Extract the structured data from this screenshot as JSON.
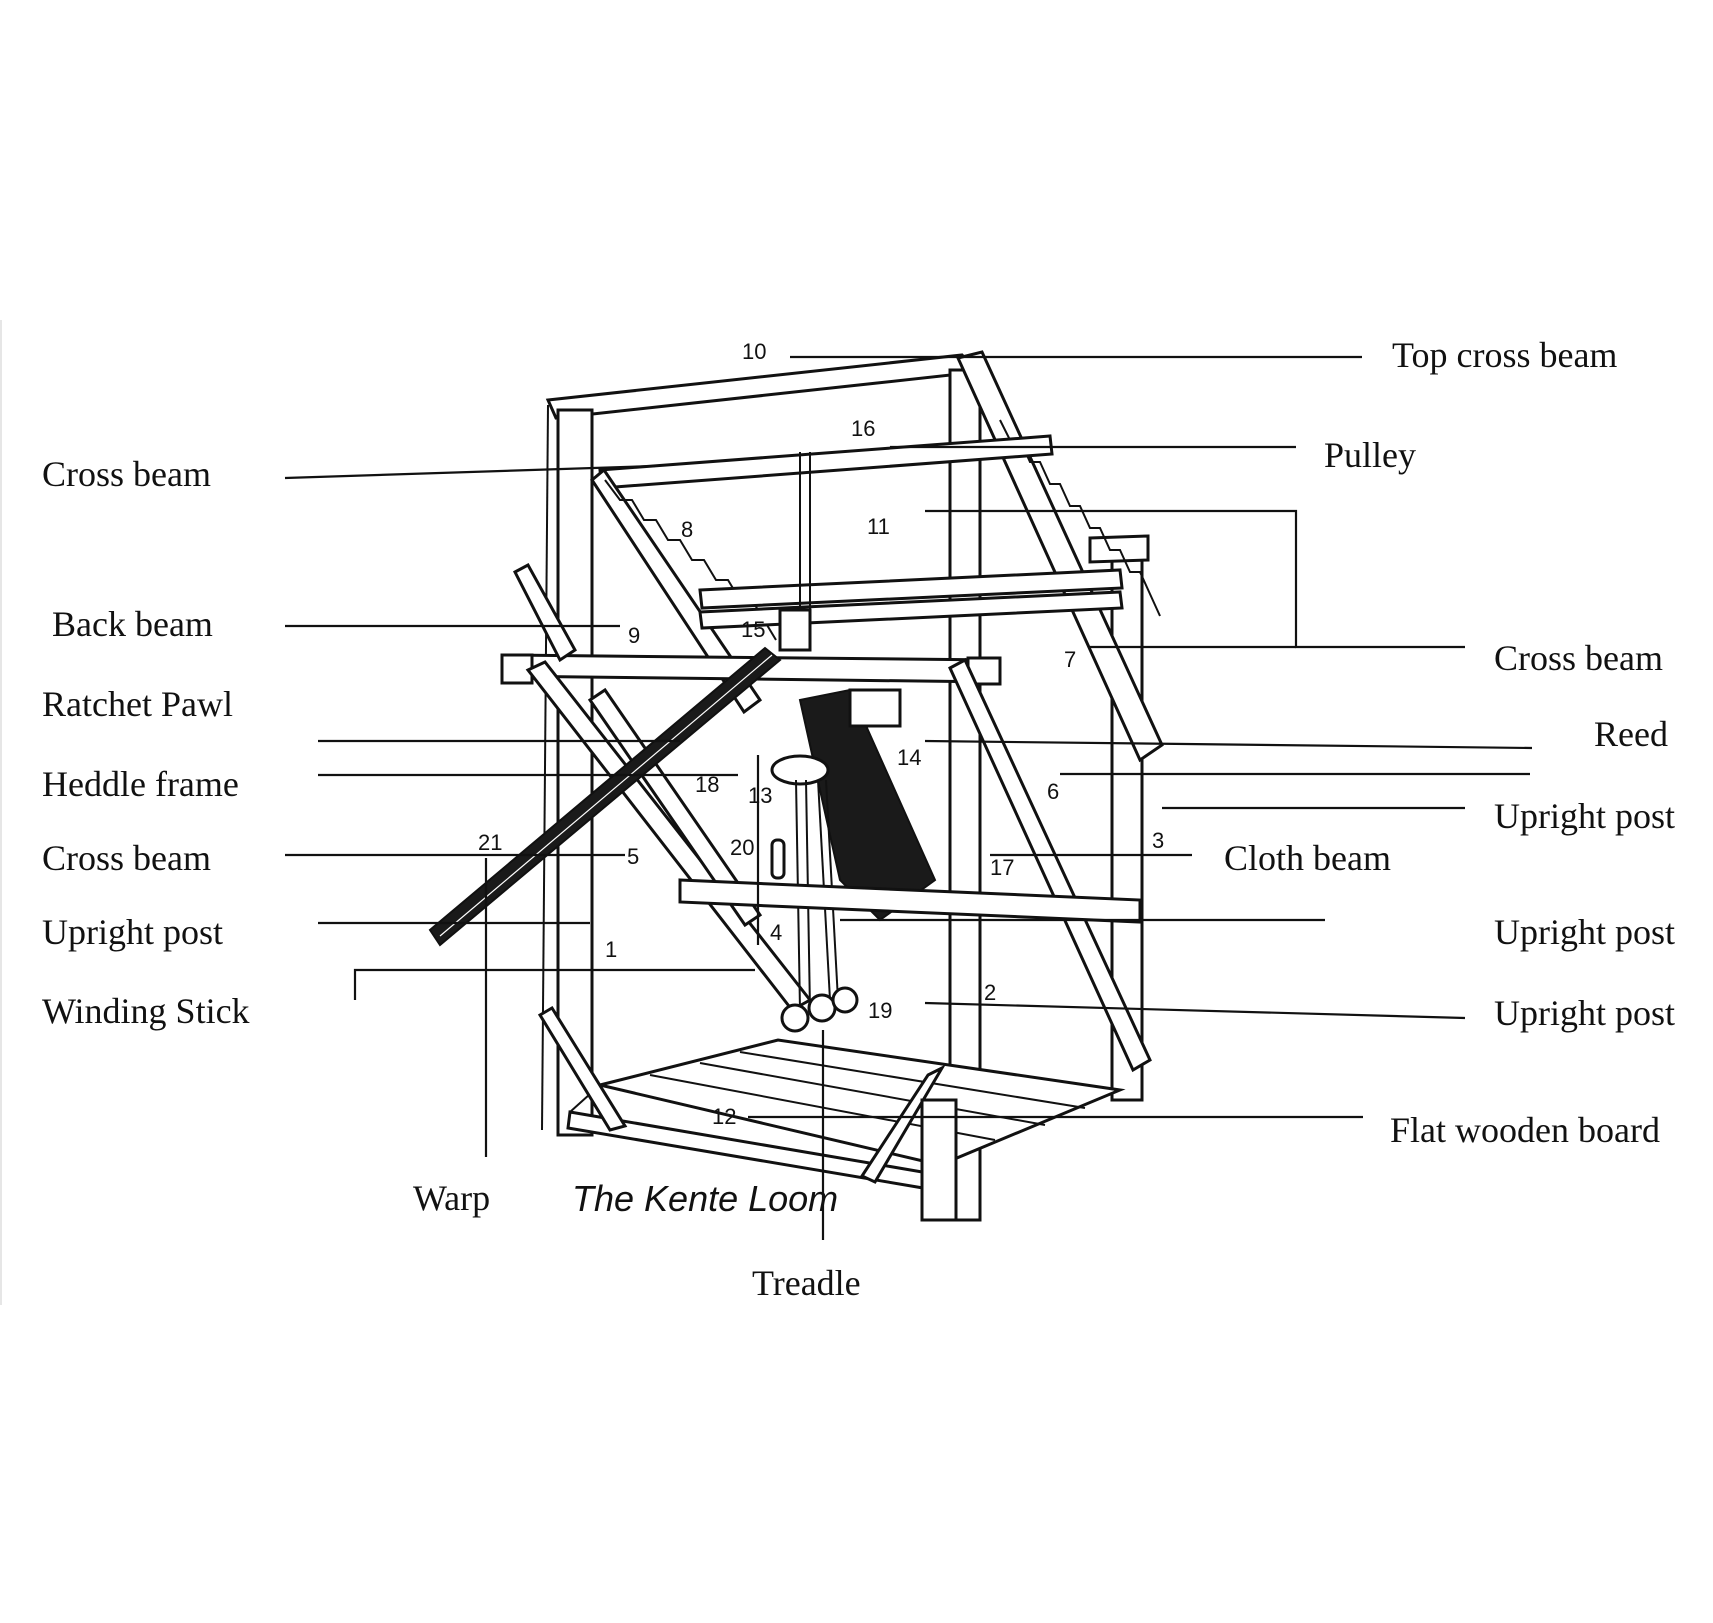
{
  "diagram": {
    "title": "The Kente Loom",
    "left_labels": [
      {
        "text": "Cross beam",
        "part_number": "8"
      },
      {
        "text": "Back beam",
        "part_number": "9"
      },
      {
        "text": "Ratchet Pawl",
        "part_number": null
      },
      {
        "text": "Heddle frame",
        "part_number": "18"
      },
      {
        "text": "Cross beam",
        "part_number": "5"
      },
      {
        "text": "Upright post",
        "part_number": "1"
      },
      {
        "text": "Winding Stick",
        "part_number": "4"
      }
    ],
    "right_labels": [
      {
        "text": "Top cross beam",
        "part_number": "10"
      },
      {
        "text": "Pulley",
        "part_number": "16"
      },
      {
        "text": "Cross beam",
        "part_number": "11"
      },
      {
        "text": "Reed",
        "part_number": "14"
      },
      {
        "text": "Upright post",
        "part_number": "6"
      },
      {
        "text": "Cloth beam",
        "part_number": "17"
      },
      {
        "text": "Upright post",
        "part_number": "3"
      },
      {
        "text": "Upright post",
        "part_number": "2"
      },
      {
        "text": "Flat wooden board",
        "part_number": "12"
      }
    ],
    "bottom_labels": [
      {
        "text": "Warp",
        "part_number": "21"
      },
      {
        "text": "Treadle",
        "part_number": "19"
      }
    ],
    "part_numbers": [
      "1",
      "2",
      "3",
      "4",
      "5",
      "6",
      "7",
      "8",
      "9",
      "10",
      "11",
      "12",
      "13",
      "14",
      "15",
      "16",
      "17",
      "18",
      "19",
      "20",
      "21"
    ]
  }
}
